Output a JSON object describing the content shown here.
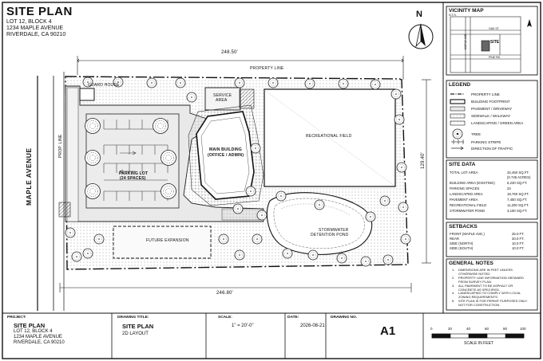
{
  "header": {
    "title": "SITE PLAN",
    "lines": [
      "LOT 12, BLOCK 4",
      "1234 MAPLE AVENUE",
      "RIVERDALE, CA 90210"
    ]
  },
  "north_label": "N",
  "plan": {
    "dim_top": "248.50'",
    "dim_bottom": "246.80'",
    "dim_right": "129.40'",
    "street": "MAPLE AVENUE",
    "property_line": "PROPERTY LINE",
    "property_line_left": "PROP. LINE",
    "guard_house": "GUARD HOUSE",
    "service_area": [
      "SERVICE",
      "AREA"
    ],
    "main_building": [
      "MAIN BUILDING",
      "(OFFICE / ADMIN)"
    ],
    "parking_lot": [
      "PARKING LOT",
      "(24 SPACES)"
    ],
    "recreational_field": "RECREATIONAL FIELD",
    "stormwater": [
      "STORMWATER",
      "DETENTION POND"
    ],
    "future_expansion": "FUTURE EXPANSION"
  },
  "vicinity": {
    "title": "VICINITY MAP",
    "scale": "N.T.S.",
    "site": "SITE",
    "oak_st": "OAK ST",
    "pine_rd": "PINE RD",
    "maple_ave": "MAPLE AVE"
  },
  "legend": {
    "title": "LEGEND",
    "items": [
      {
        "icon": "property-line-icon",
        "label": "PROPERTY LINE"
      },
      {
        "icon": "building-footprint-icon",
        "label": "BUILDING FOOTPRINT"
      },
      {
        "icon": "pavement-icon",
        "label": "PAVEMENT / DRIVEWAY"
      },
      {
        "icon": "sidewalk-icon",
        "label": "SIDEWALK / WALKWAY"
      },
      {
        "icon": "landscaping-icon",
        "label": "LANDSCAPING / GREEN AREA"
      },
      {
        "icon": "tree-icon",
        "label": "TREE"
      },
      {
        "icon": "parking-stripe-icon",
        "label": "PARKING STRIPE"
      },
      {
        "icon": "traffic-arrow-icon",
        "label": "DIRECTION OF TRAFFIC"
      }
    ]
  },
  "site_data": {
    "title": "SITE DATA",
    "rows": [
      {
        "label": "TOTAL LOT AREA",
        "value": "32,450 SQ.FT."
      },
      {
        "label": "",
        "value": "(0.745 ACRES)"
      },
      {
        "label": "BUILDING AREA (EXISTING)",
        "value": "6,240 SQ.FT."
      },
      {
        "label": "PARKING SPACES",
        "value": "24"
      },
      {
        "label": "LANDSCAPED AREA",
        "value": "18,760 SQ.FT."
      },
      {
        "label": "PAVEMENT AREA",
        "value": "7,450 SQ.FT."
      },
      {
        "label": "RECREATIONAL FIELD",
        "value": "11,200 SQ.FT."
      },
      {
        "label": "STORMWATER POND",
        "value": "3,150 SQ.FT."
      }
    ]
  },
  "setbacks": {
    "title": "SETBACKS",
    "rows": [
      {
        "label": "FRONT (MAPLE AVE.)",
        "value": "25.0 FT."
      },
      {
        "label": "REAR",
        "value": "20.0 FT."
      },
      {
        "label": "SIDE (NORTH)",
        "value": "10.0 FT."
      },
      {
        "label": "SIDE (SOUTH)",
        "value": "10.0 FT."
      }
    ]
  },
  "general_notes": {
    "title": "GENERAL NOTES",
    "items": [
      [
        "1.",
        "DIMENSIONS ARE IN FEET UNLESS",
        "OTHERWISE NOTED."
      ],
      [
        "2.",
        "PROPERTY LINE INFORMATION OBTAINED",
        "FROM SURVEY PLAN."
      ],
      [
        "3.",
        "ALL PAVEMENT TO BE ASPHALT OR",
        "CONCRETE AS SPECIFIED."
      ],
      [
        "4.",
        "LANDSCAPING TO COMPLY WITH LOCAL",
        "ZONING REQUIREMENTS."
      ],
      [
        "5.",
        "SITE PLAN IS FOR PERMIT PURPOSES ONLY.",
        "NOT FOR CONSTRUCTION."
      ]
    ]
  },
  "title_block": {
    "project_h": "PROJECT:",
    "project_title": "SITE PLAN",
    "project_lines": [
      "LOT 12, BLOCK 4",
      "1234 MAPLE AVENUE",
      "RIVERDALE, CA 90210"
    ],
    "drawing_title_h": "DRAWING TITLE:",
    "drawing_title": "SITE PLAN",
    "drawing_sub": "2D LAYOUT",
    "scale_h": "SCALE:",
    "scale": "1\" = 20'-0\"",
    "date_h": "DATE:",
    "date": "2026-08-21",
    "drawing_no_h": "DRAWING NO.",
    "drawing_no": "A1"
  },
  "scale_bar": {
    "ticks": [
      "0",
      "20",
      "40",
      "60",
      "80",
      "100"
    ],
    "caption": "SCALE IN FEET"
  },
  "colors": {
    "line": "#111111",
    "pavement": "#e6e6e6",
    "hatch": "#9a9a9a"
  }
}
